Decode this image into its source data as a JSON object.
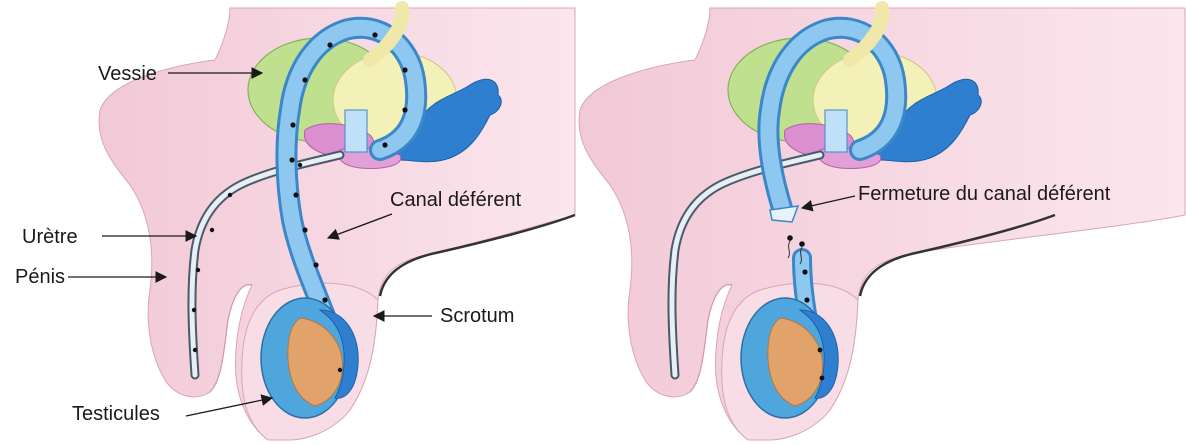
{
  "labels": {
    "bladder": "Vessie",
    "urethra": "Urètre",
    "penis": "Pénis",
    "testicles": "Testicules",
    "vas_deferens": "Canal déférent",
    "scrotum": "Scrotum",
    "vas_closure": "Fermeture du canal déférent"
  },
  "colors": {
    "skin": "#f6d9e2",
    "bladder": "#bfe18f",
    "prostate": "#f3f0b8",
    "seminal_vesicle": "#2f7fd0",
    "pink_gland": "#dc8fd0",
    "duct": "#8ec7ef",
    "duct_outline": "#3a88c8",
    "testis": "#4ea6dd",
    "testis_core": "#e2a36a",
    "sperm": "#111111"
  }
}
